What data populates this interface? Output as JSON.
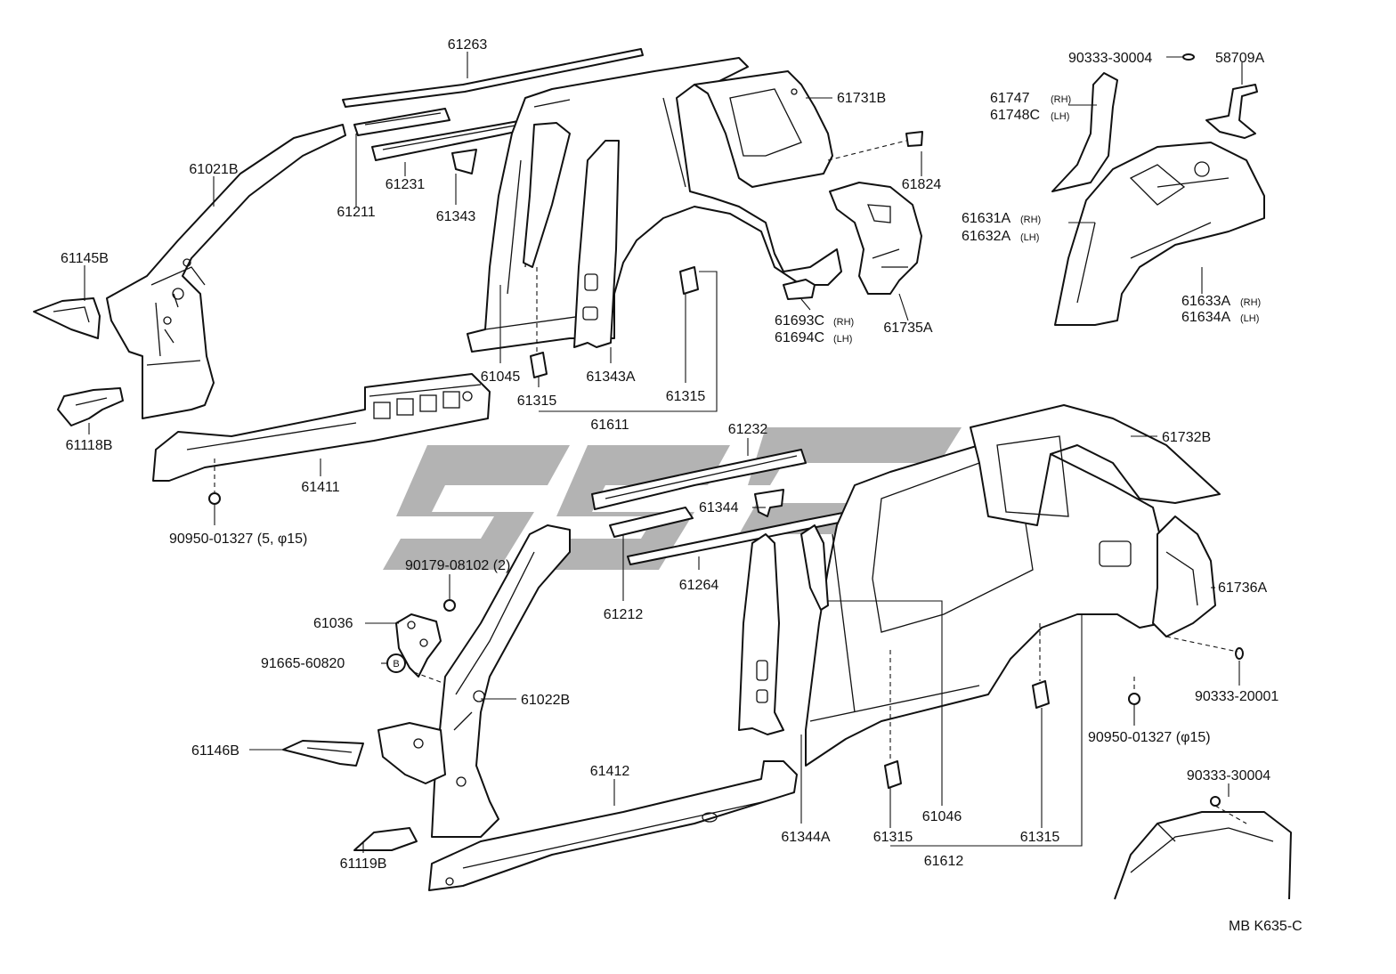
{
  "diagram": {
    "code": "MB K635-C",
    "labels": {
      "p61263": "61263",
      "p61731B": "61731B",
      "p90333_30004_top": "90333-30004",
      "p58709A": "58709A",
      "p61747_rh": "61747",
      "p61748C_lh": "61748C",
      "rh": "(RH)",
      "lh": "(LH)",
      "p61021B": "61021B",
      "p61231": "61231",
      "p61211": "61211",
      "p61343": "61343",
      "p61824": "61824",
      "p61631A_rh": "61631A",
      "p61632A_lh": "61632A",
      "p61145B": "61145B",
      "p61693C_rh": "61693C",
      "p61694C_lh": "61694C",
      "p61735A": "61735A",
      "p61633A_rh": "61633A",
      "p61634A_lh": "61634A",
      "p61045": "61045",
      "p61343A": "61343A",
      "p61315_a": "61315",
      "p61315_b": "61315",
      "p61118B": "61118B",
      "p61611": "61611",
      "p61232": "61232",
      "p61732B": "61732B",
      "p61411": "61411",
      "p90950_01327_a": "90950-01327 (5, φ15)",
      "p61344": "61344",
      "p90179_08102": "90179-08102 (2)",
      "p61264": "61264",
      "p61736A": "61736A",
      "p61212": "61212",
      "p61036": "61036",
      "p91665_60820": "91665-60820",
      "bolt_b": "B",
      "p90333_20001": "90333-20001",
      "p61022B": "61022B",
      "p90950_01327_b": "90950-01327 (φ15)",
      "p61146B": "61146B",
      "p61412": "61412",
      "p90333_30004_bottom": "90333-30004",
      "p61046": "61046",
      "p61344A": "61344A",
      "p61315_c": "61315",
      "p61315_d": "61315",
      "p61612": "61612",
      "p61119B": "61119B"
    }
  }
}
